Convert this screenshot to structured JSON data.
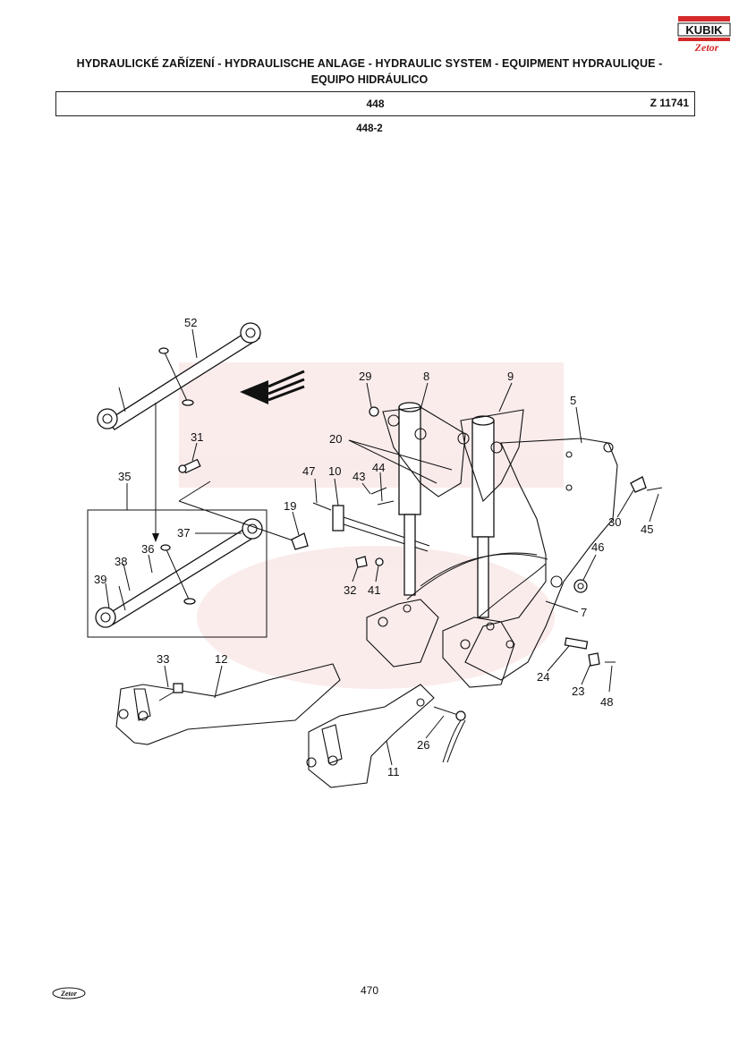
{
  "header": {
    "title_line1": "HYDRAULICKÉ ZAŘÍZENÍ - HYDRAULISCHE ANLAGE - HYDRAULIC SYSTEM - EQUIPMENT HYDRAULIQUE -",
    "title_line2": "EQUIPO HIDRÁULICO",
    "group_number": "448",
    "ref_code": "Z 11741",
    "sub_number": "448-2"
  },
  "logo": {
    "brand_text": "KUBIK",
    "sub_text": "Zetor",
    "accent_color": "#d42a2a"
  },
  "part_labels": {
    "p52": "52",
    "p29": "29",
    "p8": "8",
    "p9": "9",
    "p5": "5",
    "p31": "31",
    "p20": "20",
    "p35": "35",
    "p47": "47",
    "p10": "10",
    "p43": "43",
    "p44": "44",
    "p19": "19",
    "p30": "30",
    "p45": "45",
    "p37": "37",
    "p36": "36",
    "p38": "38",
    "p39": "39",
    "p46": "46",
    "p32": "32",
    "p41": "41",
    "p7": "7",
    "p33": "33",
    "p12": "12",
    "p24": "24",
    "p23": "23",
    "p48": "48",
    "p26": "26",
    "p11": "11"
  },
  "footer": {
    "page_number": "470",
    "brand": "Zetor"
  }
}
